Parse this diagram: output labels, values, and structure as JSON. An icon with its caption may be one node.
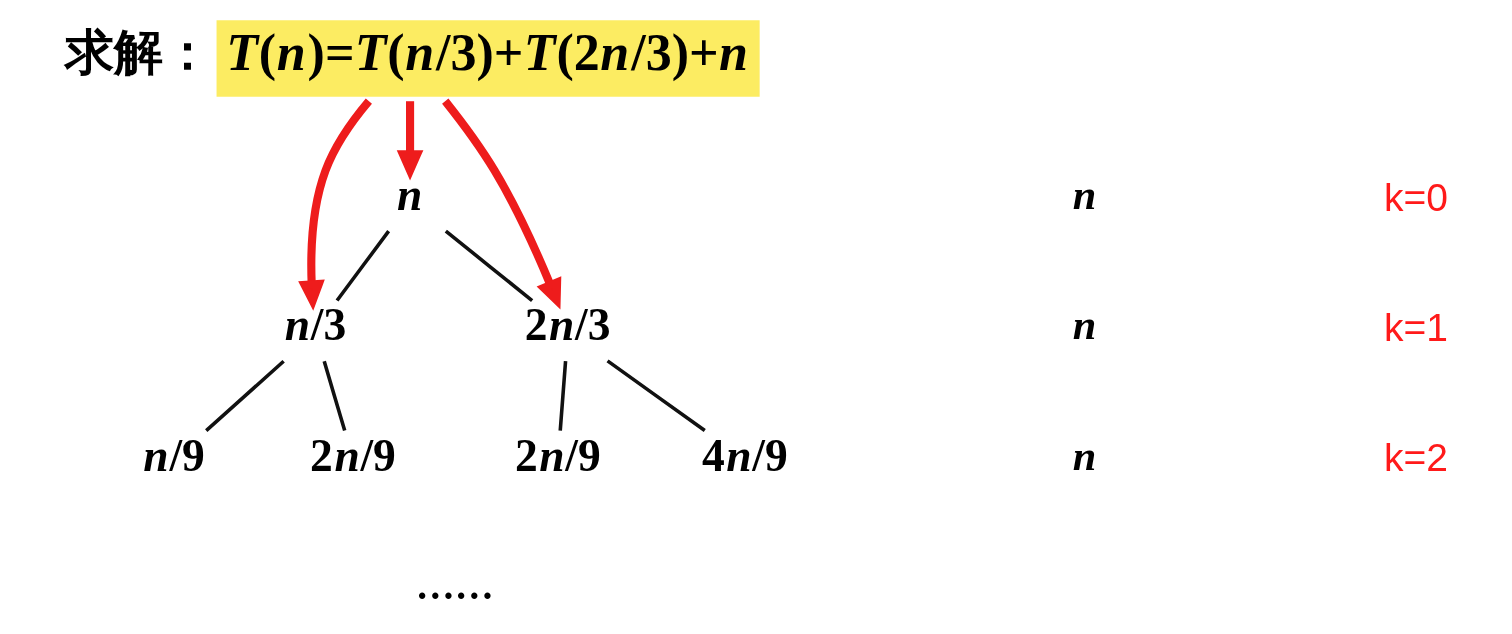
{
  "diagram": {
    "nodes": [
      {
        "text": [
          "T(n)=T(n/3)+T(2n/3)+n"
        ],
        "beside": [
          "求解："
        ]
      },
      {
        "text": [
          "n"
        ]
      },
      {
        "text": [
          "n/3"
        ]
      },
      {
        "text": [
          "2n/3"
        ]
      },
      {
        "text": [
          "n/9"
        ]
      },
      {
        "text": [
          "2n/9"
        ]
      },
      {
        "text": [
          "2n/9"
        ]
      },
      {
        "text": [
          "4n/9"
        ]
      }
    ],
    "edges": [
      {
        "from": 0,
        "to": 2,
        "arrow": "to",
        "style": "thick",
        "color": "#ee1c1c"
      },
      {
        "from": 0,
        "to": 3,
        "arrow": "to",
        "style": "thick",
        "color": "#ee1c1c"
      },
      {
        "from": 0,
        "to": 1,
        "arrow": "to",
        "style": "thick",
        "color": "#ee1c1c"
      },
      {
        "from": 1,
        "to": 2,
        "arrow": "none"
      },
      {
        "from": 1,
        "to": 3,
        "arrow": "none"
      },
      {
        "from": 2,
        "to": 4,
        "arrow": "none"
      },
      {
        "from": 2,
        "to": 5,
        "arrow": "none"
      },
      {
        "from": 3,
        "to": 6,
        "arrow": "none"
      },
      {
        "from": 3,
        "to": 7,
        "arrow": "none"
      }
    ],
    "labels": [
      "n",
      "k=0",
      "n",
      "k=1",
      "n",
      "k=2",
      "……"
    ]
  }
}
